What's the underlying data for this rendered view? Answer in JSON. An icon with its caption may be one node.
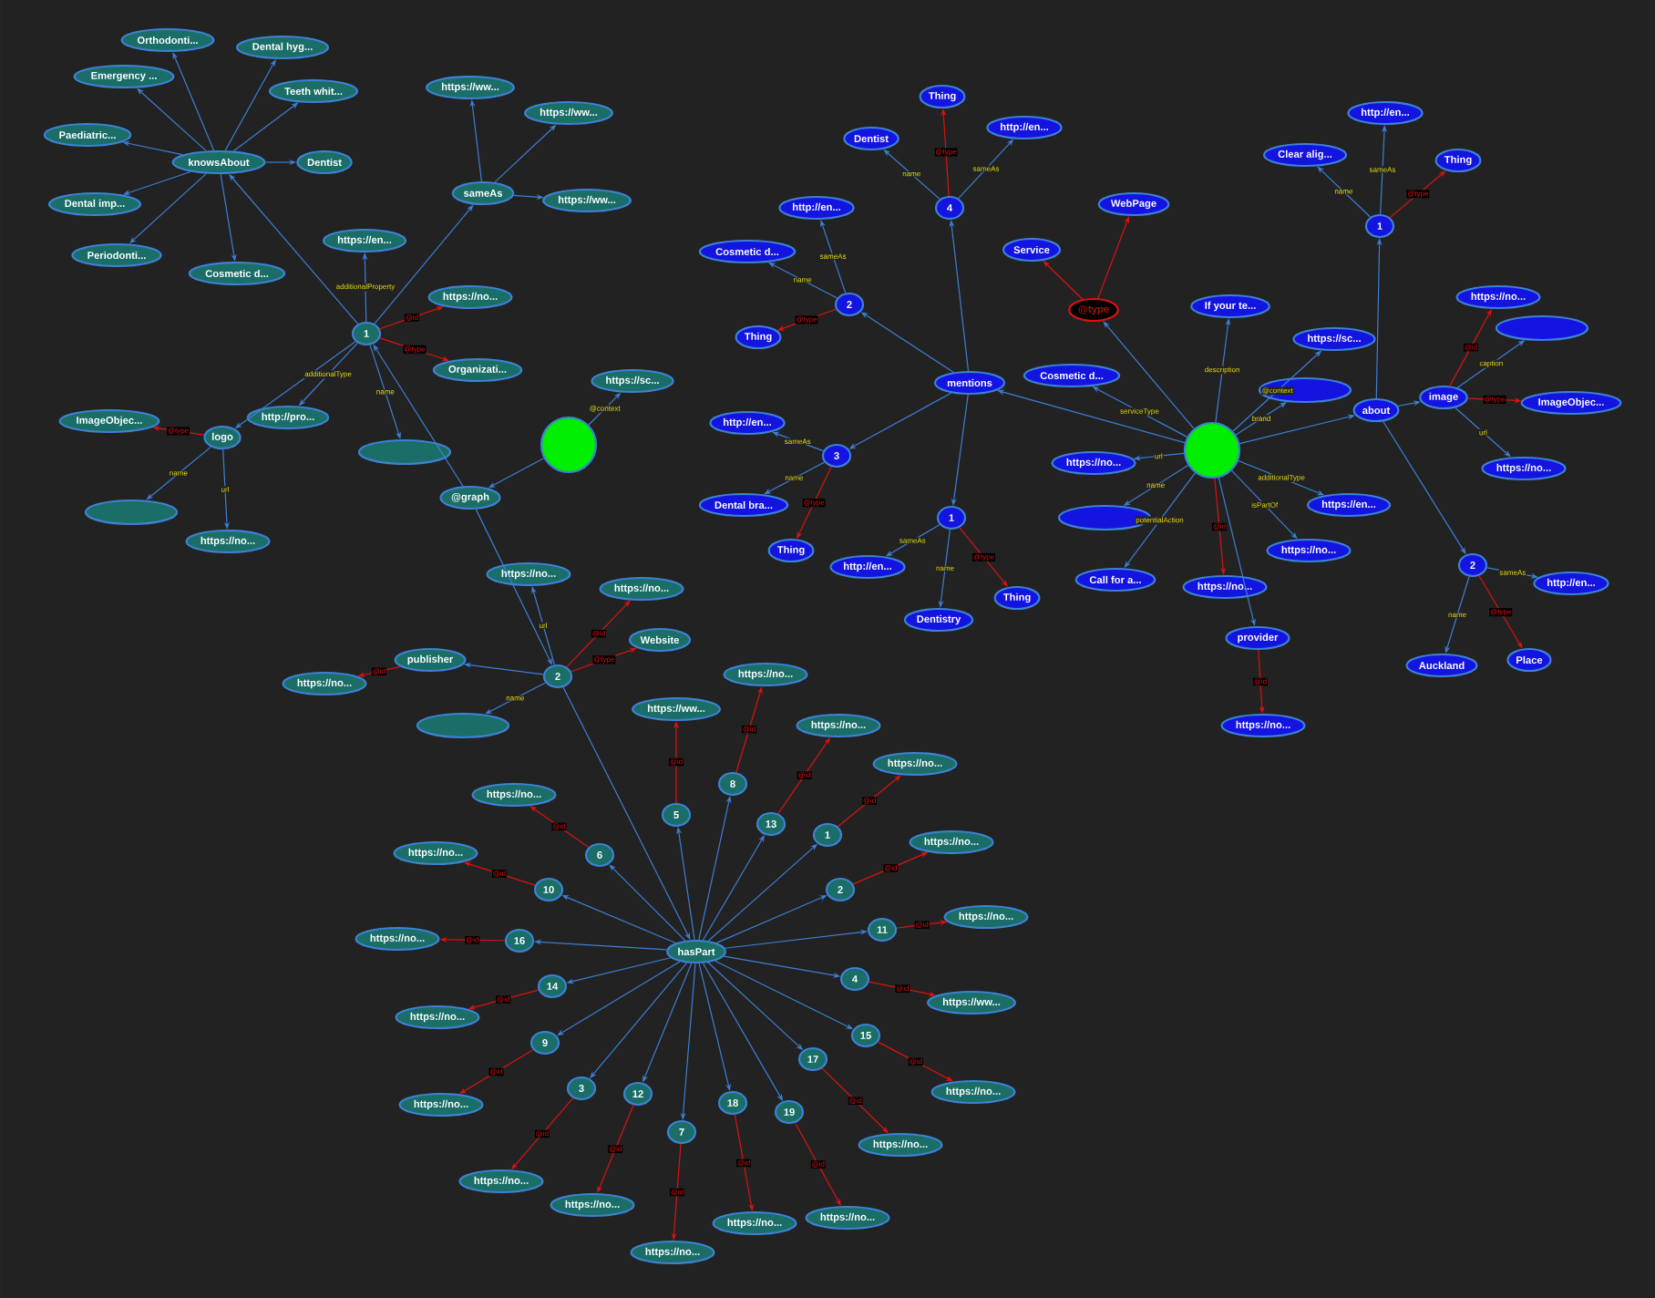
{
  "diagram": {
    "nodes": [
      {
        "text": [
          "1"
        ]
      },
      {
        "text": [
          "knowsAbout"
        ]
      },
      {
        "text": [
          "Orthodonti..."
        ]
      },
      {
        "text": [
          "Dental hyg..."
        ]
      },
      {
        "text": [
          "Emergency ..."
        ]
      },
      {
        "text": [
          "Teeth whit..."
        ]
      },
      {
        "text": [
          "Paediatric..."
        ]
      },
      {
        "text": [
          "Dentist"
        ]
      },
      {
        "text": [
          "Dental imp..."
        ]
      },
      {
        "text": [
          "Periodonti..."
        ]
      },
      {
        "text": [
          "Cosmetic d..."
        ]
      },
      {
        "text": [
          "sameAs"
        ]
      },
      {
        "text": [
          "https://ww..."
        ]
      },
      {
        "text": [
          "https://ww..."
        ]
      },
      {
        "text": [
          "https://ww..."
        ]
      },
      {
        "text": [
          "https://en..."
        ]
      },
      {
        "text": [
          "https://no..."
        ]
      },
      {
        "text": [
          "Organizati..."
        ]
      },
      {
        "text": [
          "http://pro..."
        ]
      },
      {
        "text": [],
        "shape": "ellipse"
      },
      {
        "text": [
          "logo"
        ]
      },
      {
        "text": [
          "ImageObjec..."
        ]
      },
      {
        "text": [],
        "shape": "ellipse"
      },
      {
        "text": [
          "https://no..."
        ]
      },
      {
        "text": [],
        "shape": "circle"
      },
      {
        "text": [
          "https://sc..."
        ]
      },
      {
        "text": [
          "@graph"
        ]
      },
      {
        "text": [
          "2"
        ]
      },
      {
        "text": [
          "https://no..."
        ]
      },
      {
        "text": [
          "https://no..."
        ]
      },
      {
        "text": [
          "Website"
        ]
      },
      {
        "text": [
          "publisher"
        ]
      },
      {
        "text": [
          "https://no..."
        ]
      },
      {
        "text": [],
        "shape": "ellipse"
      },
      {
        "text": [
          "hasPart"
        ]
      },
      {
        "text": [
          "5"
        ]
      },
      {
        "text": [
          "https://ww..."
        ]
      },
      {
        "text": [
          "8"
        ]
      },
      {
        "text": [
          "https://no..."
        ]
      },
      {
        "text": [
          "13"
        ]
      },
      {
        "text": [
          "https://no..."
        ]
      },
      {
        "text": [
          "1"
        ]
      },
      {
        "text": [
          "https://no..."
        ]
      },
      {
        "text": [
          "2"
        ]
      },
      {
        "text": [
          "https://no..."
        ]
      },
      {
        "text": [
          "11"
        ]
      },
      {
        "text": [
          "https://no..."
        ]
      },
      {
        "text": [
          "4"
        ]
      },
      {
        "text": [
          "https://ww..."
        ]
      },
      {
        "text": [
          "15"
        ]
      },
      {
        "text": [
          "https://no..."
        ]
      },
      {
        "text": [
          "17"
        ]
      },
      {
        "text": [
          "https://no..."
        ]
      },
      {
        "text": [
          "19"
        ]
      },
      {
        "text": [
          "https://no..."
        ]
      },
      {
        "text": [
          "18"
        ]
      },
      {
        "text": [
          "https://no..."
        ]
      },
      {
        "text": [
          "7"
        ]
      },
      {
        "text": [
          "https://no..."
        ]
      },
      {
        "text": [
          "12"
        ]
      },
      {
        "text": [
          "https://no..."
        ]
      },
      {
        "text": [
          "3"
        ]
      },
      {
        "text": [
          "https://no..."
        ]
      },
      {
        "text": [
          "9"
        ]
      },
      {
        "text": [
          "https://no..."
        ]
      },
      {
        "text": [
          "14"
        ]
      },
      {
        "text": [
          "https://no..."
        ]
      },
      {
        "text": [
          "16"
        ]
      },
      {
        "text": [
          "https://no..."
        ]
      },
      {
        "text": [
          "10"
        ]
      },
      {
        "text": [
          "https://no..."
        ]
      },
      {
        "text": [
          "6"
        ]
      },
      {
        "text": [
          "https://no..."
        ]
      },
      {
        "text": [
          "mentions"
        ]
      },
      {
        "text": [
          "4"
        ]
      },
      {
        "text": [
          "Thing"
        ]
      },
      {
        "text": [
          "Dentist"
        ]
      },
      {
        "text": [
          "http://en..."
        ]
      },
      {
        "text": [
          "2"
        ]
      },
      {
        "text": [
          "http://en..."
        ]
      },
      {
        "text": [
          "Cosmetic d..."
        ]
      },
      {
        "text": [
          "Thing"
        ]
      },
      {
        "text": [
          "3"
        ]
      },
      {
        "text": [
          "http://en..."
        ]
      },
      {
        "text": [
          "Dental bra..."
        ]
      },
      {
        "text": [
          "Thing"
        ]
      },
      {
        "text": [
          "1"
        ]
      },
      {
        "text": [
          "http://en..."
        ]
      },
      {
        "text": [
          "Dentistry"
        ]
      },
      {
        "text": [
          "Thing"
        ]
      },
      {
        "text": [],
        "shape": "circle"
      },
      {
        "text": [
          "@type"
        ]
      },
      {
        "text": [
          "Service"
        ]
      },
      {
        "text": [
          "WebPage"
        ]
      },
      {
        "text": [
          "Cosmetic d..."
        ]
      },
      {
        "text": [
          "If your te..."
        ]
      },
      {
        "text": [
          "https://sc..."
        ]
      },
      {
        "text": [],
        "shape": "ellipse"
      },
      {
        "text": [
          "https://no..."
        ]
      },
      {
        "text": [],
        "shape": "ellipse"
      },
      {
        "text": [
          "Call for a..."
        ]
      },
      {
        "text": [
          "https://no..."
        ]
      },
      {
        "text": [
          "https://en..."
        ]
      },
      {
        "text": [
          "https://no..."
        ]
      },
      {
        "text": [
          "provider"
        ]
      },
      {
        "text": [
          "https://no..."
        ]
      },
      {
        "text": [
          "about"
        ]
      },
      {
        "text": [
          "1"
        ]
      },
      {
        "text": [
          "Clear alig..."
        ]
      },
      {
        "text": [
          "http://en..."
        ]
      },
      {
        "text": [
          "Thing"
        ]
      },
      {
        "text": [
          "image"
        ]
      },
      {
        "text": [
          "https://no..."
        ]
      },
      {
        "text": [],
        "shape": "ellipse"
      },
      {
        "text": [
          "ImageObjec..."
        ]
      },
      {
        "text": [
          "https://no..."
        ]
      },
      {
        "text": [
          "2"
        ]
      },
      {
        "text": [
          "http://en..."
        ]
      },
      {
        "text": [
          "Auckland"
        ]
      },
      {
        "text": [
          "Place"
        ]
      }
    ],
    "edges": [
      {
        "from": 0,
        "to": 1,
        "arrow": "to"
      },
      {
        "from": 0,
        "to": 11,
        "arrow": "to"
      },
      {
        "from": 0,
        "to": 15,
        "label": "additionalProperty",
        "arrow": "to"
      },
      {
        "from": 0,
        "to": 16,
        "label": "@id",
        "arrow": "to",
        "color": "#dd1111"
      },
      {
        "from": 0,
        "to": 17,
        "label": "@type",
        "arrow": "to",
        "color": "#dd1111"
      },
      {
        "from": 0,
        "to": 18,
        "label": "additionalType",
        "arrow": "to"
      },
      {
        "from": 0,
        "to": 19,
        "label": "name",
        "arrow": "to"
      },
      {
        "from": 0,
        "to": 20,
        "arrow": "to"
      },
      {
        "from": 1,
        "to": 2,
        "arrow": "to"
      },
      {
        "from": 1,
        "to": 3,
        "arrow": "to"
      },
      {
        "from": 1,
        "to": 4,
        "arrow": "to"
      },
      {
        "from": 1,
        "to": 5,
        "arrow": "to"
      },
      {
        "from": 1,
        "to": 6,
        "arrow": "to"
      },
      {
        "from": 1,
        "to": 7,
        "arrow": "to"
      },
      {
        "from": 1,
        "to": 8,
        "arrow": "to"
      },
      {
        "from": 1,
        "to": 9,
        "arrow": "to"
      },
      {
        "from": 1,
        "to": 10,
        "arrow": "to"
      },
      {
        "from": 11,
        "to": 12,
        "arrow": "to"
      },
      {
        "from": 11,
        "to": 13,
        "arrow": "to"
      },
      {
        "from": 11,
        "to": 14,
        "arrow": "to"
      },
      {
        "from": 20,
        "to": 21,
        "label": "@type",
        "arrow": "to",
        "color": "#dd1111"
      },
      {
        "from": 20,
        "to": 22,
        "label": "name",
        "arrow": "to"
      },
      {
        "from": 20,
        "to": 23,
        "label": "url",
        "arrow": "to"
      },
      {
        "from": 24,
        "to": 25,
        "label": "@context",
        "arrow": "to"
      },
      {
        "from": 24,
        "to": 26,
        "arrow": "to"
      },
      {
        "from": 26,
        "to": 0,
        "arrow": "to"
      },
      {
        "from": 26,
        "to": 27,
        "arrow": "to"
      },
      {
        "from": 27,
        "to": 28,
        "label": "url",
        "arrow": "to"
      },
      {
        "from": 27,
        "to": 29,
        "label": "@id",
        "arrow": "to",
        "color": "#dd1111"
      },
      {
        "from": 27,
        "to": 30,
        "label": "@type",
        "arrow": "to",
        "color": "#dd1111"
      },
      {
        "from": 27,
        "to": 31,
        "arrow": "to"
      },
      {
        "from": 27,
        "to": 33,
        "label": "name",
        "arrow": "to"
      },
      {
        "from": 31,
        "to": 32,
        "label": "@id",
        "arrow": "to",
        "color": "#dd1111"
      },
      {
        "from": 27,
        "to": 34,
        "arrow": "to"
      },
      {
        "from": 34,
        "to": 35,
        "arrow": "to"
      },
      {
        "from": 35,
        "to": 36,
        "label": "@id",
        "arrow": "to",
        "color": "#dd1111"
      },
      {
        "from": 34,
        "to": 37,
        "arrow": "to"
      },
      {
        "from": 37,
        "to": 38,
        "label": "@id",
        "arrow": "to",
        "color": "#dd1111"
      },
      {
        "from": 34,
        "to": 39,
        "arrow": "to"
      },
      {
        "from": 39,
        "to": 40,
        "label": "@id",
        "arrow": "to",
        "color": "#dd1111"
      },
      {
        "from": 34,
        "to": 41,
        "arrow": "to"
      },
      {
        "from": 41,
        "to": 42,
        "label": "@id",
        "arrow": "to",
        "color": "#dd1111"
      },
      {
        "from": 34,
        "to": 43,
        "arrow": "to"
      },
      {
        "from": 43,
        "to": 44,
        "label": "@id",
        "arrow": "to",
        "color": "#dd1111"
      },
      {
        "from": 34,
        "to": 45,
        "arrow": "to"
      },
      {
        "from": 45,
        "to": 46,
        "label": "@id",
        "arrow": "to",
        "color": "#dd1111"
      },
      {
        "from": 34,
        "to": 47,
        "arrow": "to"
      },
      {
        "from": 47,
        "to": 48,
        "label": "@id",
        "arrow": "to",
        "color": "#dd1111"
      },
      {
        "from": 34,
        "to": 49,
        "arrow": "to"
      },
      {
        "from": 49,
        "to": 50,
        "label": "@id",
        "arrow": "to",
        "color": "#dd1111"
      },
      {
        "from": 34,
        "to": 51,
        "arrow": "to"
      },
      {
        "from": 51,
        "to": 52,
        "label": "@id",
        "arrow": "to",
        "color": "#dd1111"
      },
      {
        "from": 34,
        "to": 53,
        "arrow": "to"
      },
      {
        "from": 53,
        "to": 54,
        "label": "@id",
        "arrow": "to",
        "color": "#dd1111"
      },
      {
        "from": 34,
        "to": 55,
        "arrow": "to"
      },
      {
        "from": 55,
        "to": 56,
        "label": "@id",
        "arrow": "to",
        "color": "#dd1111"
      },
      {
        "from": 34,
        "to": 57,
        "arrow": "to"
      },
      {
        "from": 57,
        "to": 58,
        "label": "@id",
        "arrow": "to",
        "color": "#dd1111"
      },
      {
        "from": 34,
        "to": 59,
        "arrow": "to"
      },
      {
        "from": 59,
        "to": 60,
        "label": "@id",
        "arrow": "to",
        "color": "#dd1111"
      },
      {
        "from": 34,
        "to": 61,
        "arrow": "to"
      },
      {
        "from": 61,
        "to": 62,
        "label": "@id",
        "arrow": "to",
        "color": "#dd1111"
      },
      {
        "from": 34,
        "to": 63,
        "arrow": "to"
      },
      {
        "from": 63,
        "to": 64,
        "label": "@id",
        "arrow": "to",
        "color": "#dd1111"
      },
      {
        "from": 34,
        "to": 65,
        "arrow": "to"
      },
      {
        "from": 65,
        "to": 66,
        "label": "@id",
        "arrow": "to",
        "color": "#dd1111"
      },
      {
        "from": 34,
        "to": 67,
        "arrow": "to"
      },
      {
        "from": 67,
        "to": 68,
        "label": "@id",
        "arrow": "to",
        "color": "#dd1111"
      },
      {
        "from": 34,
        "to": 69,
        "arrow": "to"
      },
      {
        "from": 69,
        "to": 70,
        "label": "@id",
        "arrow": "to",
        "color": "#dd1111"
      },
      {
        "from": 34,
        "to": 71,
        "arrow": "to"
      },
      {
        "from": 71,
        "to": 72,
        "label": "@id",
        "arrow": "to",
        "color": "#dd1111"
      },
      {
        "from": 90,
        "to": 73,
        "arrow": "to"
      },
      {
        "from": 73,
        "to": 74,
        "arrow": "to"
      },
      {
        "from": 73,
        "to": 78,
        "arrow": "to"
      },
      {
        "from": 73,
        "to": 82,
        "arrow": "to"
      },
      {
        "from": 73,
        "to": 86,
        "arrow": "to"
      },
      {
        "from": 74,
        "to": 75,
        "label": "@type",
        "arrow": "to",
        "color": "#dd1111"
      },
      {
        "from": 74,
        "to": 76,
        "label": "name",
        "arrow": "to"
      },
      {
        "from": 74,
        "to": 77,
        "label": "sameAs",
        "arrow": "to"
      },
      {
        "from": 78,
        "to": 79,
        "label": "sameAs",
        "arrow": "to"
      },
      {
        "from": 78,
        "to": 80,
        "label": "name",
        "arrow": "to"
      },
      {
        "from": 78,
        "to": 81,
        "label": "@type",
        "arrow": "to",
        "color": "#dd1111"
      },
      {
        "from": 82,
        "to": 83,
        "label": "sameAs",
        "arrow": "to"
      },
      {
        "from": 82,
        "to": 84,
        "label": "name",
        "arrow": "to"
      },
      {
        "from": 82,
        "to": 85,
        "label": "@type",
        "arrow": "to",
        "color": "#dd1111"
      },
      {
        "from": 86,
        "to": 87,
        "label": "sameAs",
        "arrow": "to"
      },
      {
        "from": 86,
        "to": 88,
        "label": "name",
        "arrow": "to"
      },
      {
        "from": 86,
        "to": 89,
        "label": "@type",
        "arrow": "to",
        "color": "#dd1111"
      },
      {
        "from": 90,
        "to": 91,
        "arrow": "to"
      },
      {
        "from": 91,
        "to": 92,
        "arrow": "to",
        "color": "#dd1111"
      },
      {
        "from": 91,
        "to": 93,
        "arrow": "to",
        "color": "#dd1111"
      },
      {
        "from": 90,
        "to": 94,
        "label": "serviceType",
        "arrow": "to"
      },
      {
        "from": 90,
        "to": 95,
        "label": "description",
        "arrow": "to"
      },
      {
        "from": 90,
        "to": 96,
        "label": "@context",
        "arrow": "to"
      },
      {
        "from": 90,
        "to": 97,
        "label": "brand",
        "arrow": "to"
      },
      {
        "from": 90,
        "to": 98,
        "label": "url",
        "arrow": "to"
      },
      {
        "from": 90,
        "to": 99,
        "label": "name",
        "arrow": "to"
      },
      {
        "from": 90,
        "to": 100,
        "label": "potentialAction",
        "arrow": "to"
      },
      {
        "from": 90,
        "to": 101,
        "label": "@id",
        "arrow": "to",
        "color": "#dd1111"
      },
      {
        "from": 90,
        "to": 102,
        "label": "additionalType",
        "arrow": "to"
      },
      {
        "from": 90,
        "to": 103,
        "label": "isPartOf",
        "arrow": "to"
      },
      {
        "from": 90,
        "to": 104,
        "arrow": "to"
      },
      {
        "from": 104,
        "to": 105,
        "label": "@id",
        "arrow": "to",
        "color": "#dd1111"
      },
      {
        "from": 90,
        "to": 106,
        "arrow": "to"
      },
      {
        "from": 106,
        "to": 107,
        "arrow": "to"
      },
      {
        "from": 106,
        "to": 111,
        "arrow": "to"
      },
      {
        "from": 106,
        "to": 116,
        "arrow": "to"
      },
      {
        "from": 107,
        "to": 108,
        "label": "name",
        "arrow": "to"
      },
      {
        "from": 107,
        "to": 109,
        "label": "sameAs",
        "arrow": "to"
      },
      {
        "from": 107,
        "to": 110,
        "label": "@type",
        "arrow": "to",
        "color": "#dd1111"
      },
      {
        "from": 111,
        "to": 112,
        "label": "@id",
        "arrow": "to",
        "color": "#dd1111"
      },
      {
        "from": 111,
        "to": 113,
        "label": "caption",
        "arrow": "to"
      },
      {
        "from": 111,
        "to": 114,
        "label": "@type",
        "arrow": "to",
        "color": "#dd1111"
      },
      {
        "from": 111,
        "to": 115,
        "label": "url",
        "arrow": "to"
      },
      {
        "from": 116,
        "to": 117,
        "label": "sameAs",
        "arrow": "to"
      },
      {
        "from": 116,
        "to": 118,
        "label": "name",
        "arrow": "to"
      },
      {
        "from": 116,
        "to": 119,
        "label": "@type",
        "arrow": "to",
        "color": "#dd1111"
      }
    ]
  }
}
